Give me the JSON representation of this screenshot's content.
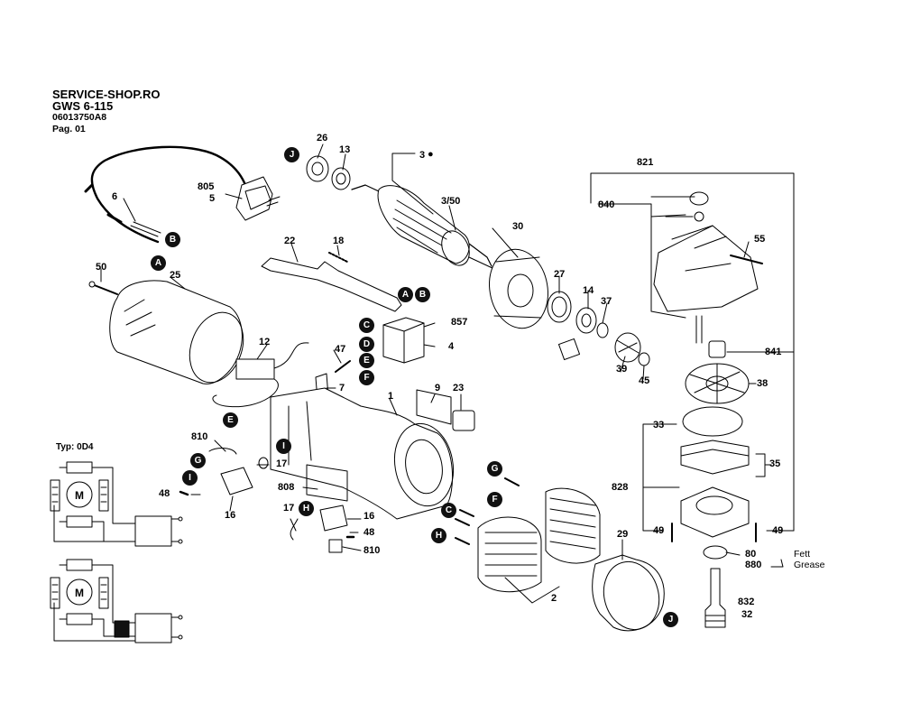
{
  "header": {
    "shop": "SERVICE-SHOP.RO",
    "model": "GWS 6-115",
    "part_number": "06013750A8",
    "page": "Pag. 01"
  },
  "type_label": "Typ: 0D4",
  "parts": {
    "p26": "26",
    "p13": "13",
    "p3": "3",
    "p3_50": "3/50",
    "p805": "805",
    "p5": "5",
    "p6": "6",
    "p22": "22",
    "p18": "18",
    "p50": "50",
    "p25": "25",
    "p30": "30",
    "p27": "27",
    "p14": "14",
    "p37": "37",
    "p857": "857",
    "p4": "4",
    "p12": "12",
    "p47": "47",
    "p7": "7",
    "p1": "1",
    "p9": "9",
    "p23": "23",
    "p39": "39",
    "p45": "45",
    "p810a": "810",
    "p17a": "17",
    "p48a": "48",
    "p16a": "16",
    "p808": "808",
    "p17b": "17",
    "p16b": "16",
    "p48b": "48",
    "p810b": "810",
    "p2": "2",
    "p29": "29",
    "p821": "821",
    "p840": "840",
    "p55": "55",
    "p841": "841",
    "p38": "38",
    "p33": "33",
    "p35": "35",
    "p828": "828",
    "p49a": "49",
    "p49b": "49",
    "p80": "80",
    "p880": "880",
    "p832": "832",
    "p32": "32"
  },
  "markers": {
    "m_j1": "J",
    "m_b1": "B",
    "m_a1": "A",
    "m_a2": "A",
    "m_b2": "B",
    "m_c1": "C",
    "m_d1": "D",
    "m_e1": "E",
    "m_f1": "F",
    "m_e2": "E",
    "m_i1": "I",
    "m_g1": "G",
    "m_i2": "I",
    "m_h1": "H",
    "m_g2": "G",
    "m_c2": "C",
    "m_f2": "F",
    "m_h2": "H",
    "m_j2": "J"
  },
  "grease_note": {
    "de": "Fett",
    "en": "Grease"
  },
  "symbols": {
    "star_marker": "●",
    "motor_letter": "M"
  },
  "colors": {
    "ink": "#000000",
    "background": "#ffffff",
    "badge": "#111111"
  }
}
